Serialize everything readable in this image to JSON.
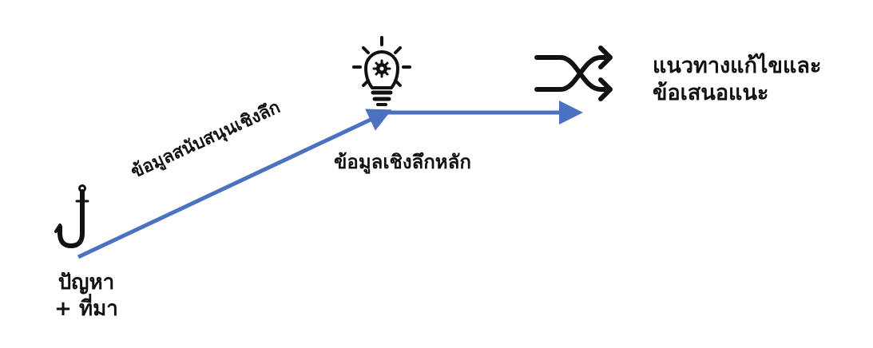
{
  "colors": {
    "arrow": "#4a72c0",
    "icon": "#111111",
    "text": "#111111",
    "background": "#ffffff"
  },
  "icons": {
    "problem": "fish-hook-icon",
    "insight": "lightbulb-gear-icon",
    "solution": "shuffle-arrows-icon"
  },
  "labels": {
    "problem_line1": "ปัญหา",
    "problem_line2": "+ ที่มา",
    "supporting_insight": "ข้อมูลสนับสนุนเชิงลึก",
    "key_insight": "ข้อมูลเชิงลึกหลัก",
    "solution_line1": "แนวทางแก้ไขและ",
    "solution_line2": "ข้อเสนอแนะ"
  }
}
